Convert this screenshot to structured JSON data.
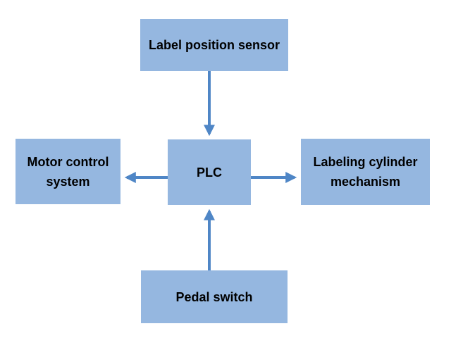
{
  "nodes": {
    "sensor": {
      "label": "Label position sensor"
    },
    "plc": {
      "label": "PLC"
    },
    "motor": {
      "line1": "Motor control",
      "line2": "system"
    },
    "cylinder": {
      "line1": "Labeling cylinder",
      "line2": "mechanism"
    },
    "pedal": {
      "label": "Pedal switch"
    }
  },
  "edges": [
    {
      "from": "Label position sensor",
      "to": "PLC"
    },
    {
      "from": "Pedal switch",
      "to": "PLC"
    },
    {
      "from": "PLC",
      "to": "Motor control system"
    },
    {
      "from": "PLC",
      "to": "Labeling cylinder mechanism"
    }
  ],
  "colors": {
    "box_fill": "#95b7e0",
    "arrow": "#4f86c6",
    "text": "#000000"
  }
}
